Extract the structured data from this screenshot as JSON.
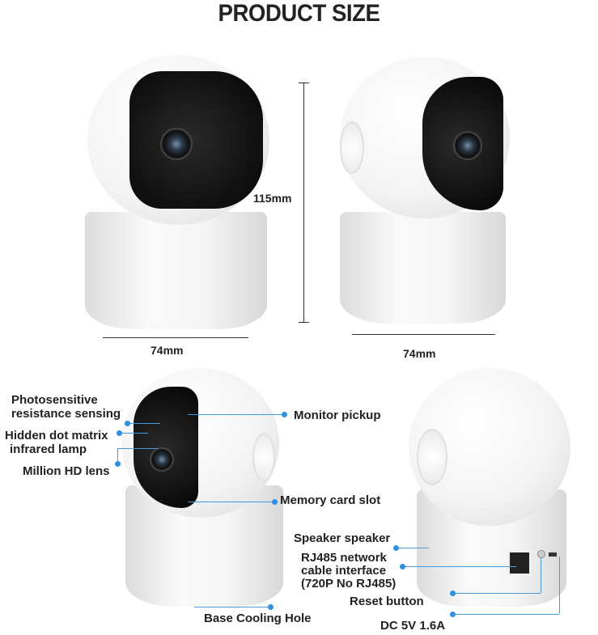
{
  "title": "PRODUCT SIZE",
  "dimensions": {
    "height": "115mm",
    "width_front": "74mm",
    "width_side": "74mm"
  },
  "callouts": {
    "photosensitive": "Photosensitive resistance sensing",
    "photosensitive_l1": "Photosensitive",
    "photosensitive_l2": "resistance sensing",
    "ir_l1": "Hidden dot matrix",
    "ir_l2": "infrared lamp",
    "lens": "Million HD lens",
    "mic": "Monitor pickup",
    "sd": "Memory card slot",
    "cooling": "Base Cooling Hole",
    "speaker": "Speaker speaker",
    "rj_l1": "RJ485 network",
    "rj_l2": "cable interface",
    "rj_l3": "(720P  No RJ485)",
    "reset": "Reset button",
    "dc": "DC 5V 1.6A"
  },
  "colors": {
    "callout": "#2f8fe0"
  }
}
